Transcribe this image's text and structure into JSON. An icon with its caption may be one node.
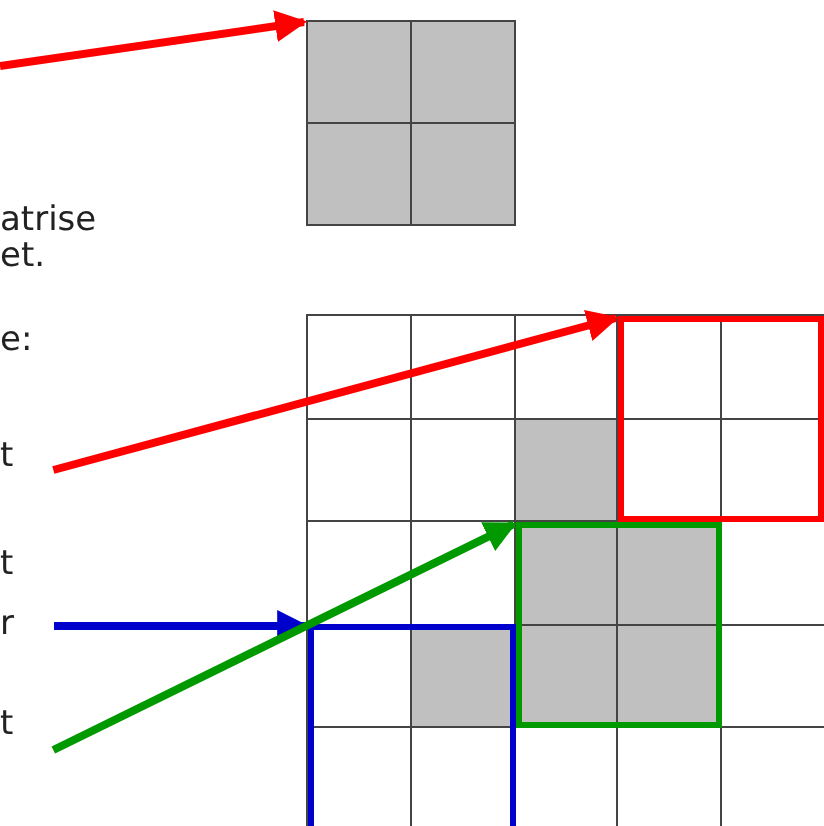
{
  "diagram": {
    "nodes": [
      {
        "text": [],
        "shape": "grid"
      },
      {
        "text": [
          "t"
        ]
      },
      {
        "text": [
          "r"
        ]
      },
      {
        "text": [
          "t"
        ]
      },
      {
        "text": [],
        "shape": "grid"
      },
      {
        "text": [],
        "shape": "box",
        "in": 4
      },
      {
        "text": [],
        "shape": "box",
        "in": 4
      },
      {
        "text": [],
        "shape": "box",
        "in": 4
      }
    ],
    "edges": [
      {
        "from": null,
        "to": 0,
        "arrow": "to",
        "color": "#ff0000"
      },
      {
        "from": 1,
        "to": 5,
        "arrow": "to",
        "color": "#ff0000"
      },
      {
        "from": 2,
        "to": 7,
        "arrow": "to",
        "color": "#0000cc"
      },
      {
        "from": 3,
        "to": 6,
        "arrow": "to",
        "color": "#009900"
      }
    ],
    "labels": [
      "atrise",
      "et.",
      "e:",
      "t"
    ]
  }
}
